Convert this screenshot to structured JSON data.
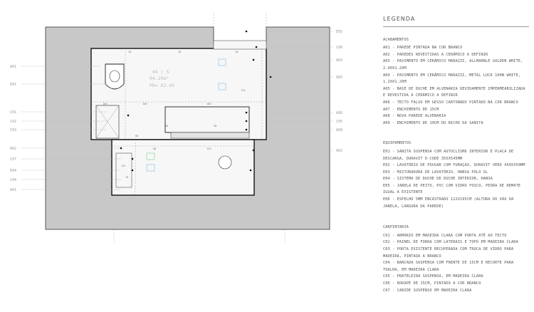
{
  "plan": {
    "left_callouts": [
      "A01",
      "E01",
      "C01",
      "C02",
      "C03",
      "A02",
      "C07",
      "E04",
      "C04",
      "A01"
    ],
    "right_callouts": [
      "E05",
      "C06",
      "A03",
      "A05",
      "A06",
      "C05",
      "A08",
      "A02"
    ],
    "room_label": {
      "name": "04 | S",
      "area": "04.20m²",
      "height": "PD= 02.45"
    },
    "dimension_labels": [
      "10",
      "10",
      "10",
      "100",
      "100",
      "100",
      "115",
      "60",
      "125",
      "125",
      "70",
      "90",
      "58",
      "80"
    ]
  },
  "legend": {
    "title": "LEGENDA",
    "sections": [
      {
        "heading": "ACABAMENTOS",
        "items": [
          "A01 - PAREDE PINTADA NA COR BRANCO",
          "A02 - PAREDES REVESTIDAS A CERÂMICO A DEFINIR",
          "A03 - PAVIMENTO EM CERÂMICO MARAZZI, ALLMARBLE GOLDEN WHITE, 2.40X1.20M",
          "A04 - PAVIMENTO EM CERÂMICO MARAZZI, METAL LUCK 100N WHITE, 1.20X1.20M",
          "A05 - BASE DE DUCHE EM ALVENARIA DEVIDAMENTE IMPERMEABILIZADA E REVESTIDA A CERÂMICO A DEFINIR",
          "A06 - TECTO FALSO EM GESSO CARTONADO PINTADO NA COR BRANCO",
          "A07 - ENCHIMENTO DE 15CM",
          "A08 - NOVA PAREDE ALVENARIA",
          "A09 - ENCHIMENTO DE 10CM DO NICHO DA SANITA"
        ]
      },
      {
        "heading": "EQUIPAMENTOS",
        "items": [
          "E01 - SANITA SUSPENSA COM AUTOCLISMO INTERIOR E PLACA DE DESCARGA, DURAVIT D-CODE 355X545MM",
          "E02 - LAVATÓRIO DE POUSAR COM FURAÇÃO, DURAVIT VERO 450X350MM",
          "E03 - MISTURADORA DE LAVATÓRIO, HANSA POLO XL",
          "E04 - SISTEMA DE DUCHE DE DUCHE INTERIOR, HANSA",
          "E05 - JANELA DE PEITO, PVC COM VIDRO FOSCO, PEDRA DE REMATE IGUAL A EXISTENTE",
          "E06 - ESPELHO 5MM ENCASTRADO 122X195CM (ALTURA DO VÃO DA JANELA, LARGURA DA PAREDE)"
        ]
      },
      {
        "heading": "CARPINTARIA",
        "items": [
          "C01 - ARMÁRIO EM MADEIRA CLARA COM PORTA ATÉ AO TECTO",
          "C02 - PAINEL DE FORRA COM LATERAIS E TOPO EM MADEIRA CLARA",
          "C03 - PORTA EXISTENTE RECUPERADA COM TROCA DE VIDRO PARA MADEIRA, PINTADA A BRANCO",
          "C04 - BANCADA SUSPENSA COM FRENTE DE 15CM E RECORTE PARA TOALHA, EM MADEIRA CLARA",
          "C05 - PRATELEIRA SUSPENSA, EM MADEIRA CLARA",
          "C06 - RODAPÉ DE 15CM, PINTADO A COR BRANCO",
          "C07 - CABIDE SUSPENSO EM MADEIRA CLARA"
        ]
      }
    ]
  }
}
